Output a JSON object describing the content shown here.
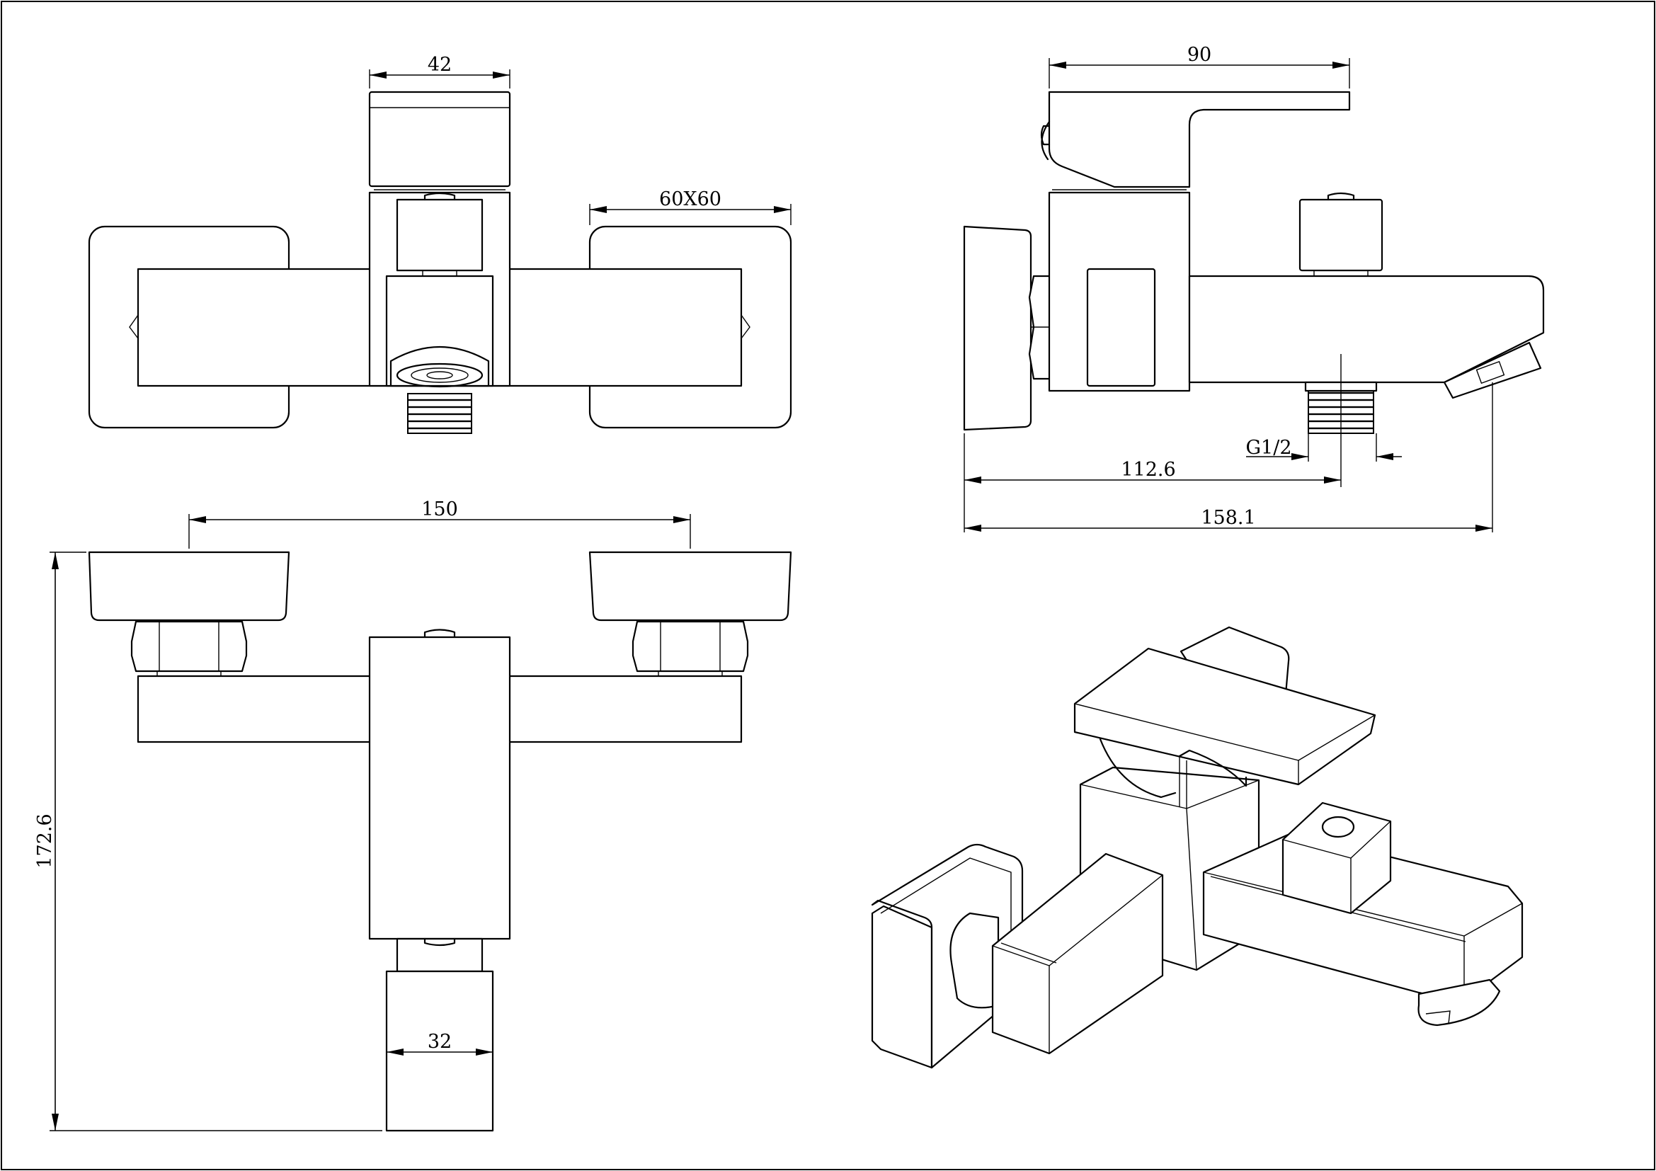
{
  "dimensions": {
    "front_head_width": "42",
    "flange_size": "60X60",
    "side_lever_length": "90",
    "thread_size": "G1/2",
    "side_outlet_depth": "112.6",
    "side_spout_depth": "158.1",
    "top_centers": "150",
    "top_body_width": "32",
    "top_total_length": "172.6"
  },
  "colors": {
    "line": "#000000",
    "background": "#ffffff"
  }
}
